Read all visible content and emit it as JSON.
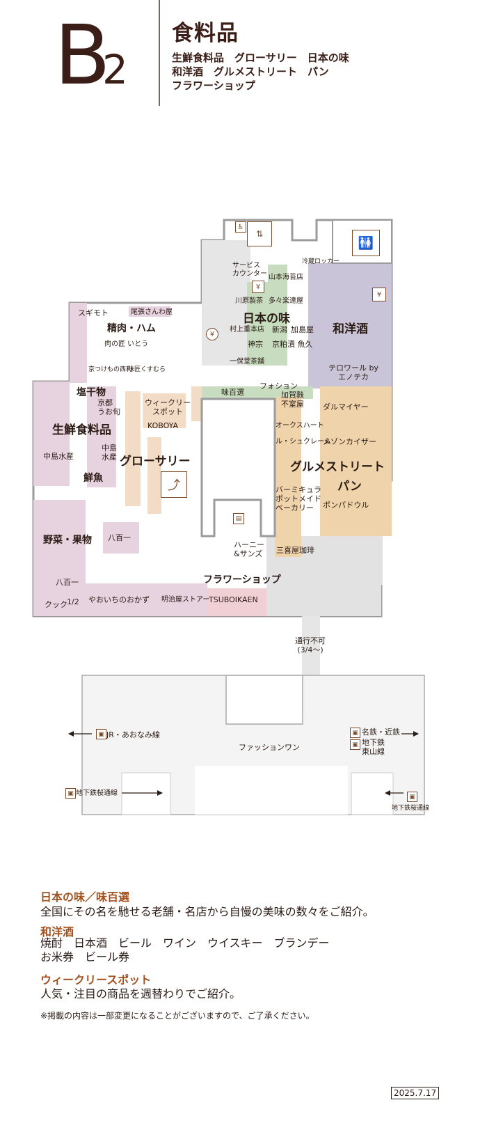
{
  "header": {
    "floor_letter": "B",
    "floor_number": "2",
    "title": "食料品",
    "categories": [
      "生鮮食料品　グローサリー　日本の味",
      "和洋酒　グルメストリート　パン",
      "フラワーショップ"
    ]
  },
  "map": {
    "zones": {
      "fresh_food": "生鮮食料品",
      "grocery": "グローサリー",
      "japanese_taste": "日本の味",
      "liquor": "和洋酒",
      "gourmet_street": "グルメストリート",
      "bread": "パン",
      "flower_shop": "フラワーショップ",
      "meat_ham": "精肉・ハム",
      "dried": "塩干物",
      "fresh_fish": "鮮魚",
      "vegetables": "野菜・果物"
    },
    "shops": {
      "sugimoto": "スギモト",
      "owari_sanwa": "尾張さんわ屋",
      "niku_no_takumi": "肉の匠 いとう",
      "kyotsukemono": "京つけもの西利",
      "ajikura": "味匠くすむら",
      "kyoto_uojun": "京都\nうお旬",
      "nakajima_suisan_l": "中島水産",
      "nakajima_suisan_r": "中島\n水産",
      "weekly_spot": "ウィークリー\nスポット",
      "koboya": "KOBOYA",
      "hachihyakuichi_1": "八百一",
      "hachihyakuichi_2": "八百一",
      "cook_half": "クック",
      "cook_frac": "1/2",
      "yaoichi_okazu": "やおいちのおかず",
      "meijiya": "明治屋ストアー",
      "tsuboikaen": "TSUBOIKAEN",
      "service_counter": "サービス\nカウンター",
      "yamamoto_kaisoten": "山本海苔店",
      "kawahara_seicha": "川原製茶",
      "tatamiya": "多々楽達屋",
      "murakami_jubei": "村上重本店",
      "niigata": "新潟",
      "kajimaya": "加島屋",
      "jinso": "神宗",
      "kyokasuzuke_uokyu": "京粕漬 魚久",
      "ippodo": "一保堂茶舗",
      "ajihyakusen": "味百選",
      "fauchon": "フォション",
      "kagafu_fumuroya": "加賀麩\n不室屋",
      "oaks_heart": "オークスハート",
      "le_sucre_creme": "ル・シュクレーム",
      "bermicula": "バーミキュラ\nポットメイド\nベーカリー",
      "harney": "ハーニー\n&サンズ",
      "mikiya": "三喜屋珈琲",
      "terroir": "テロワール by\nエノテカ",
      "dalmayr": "ダルマイヤー",
      "maison_kayser": "メゾンカイザー",
      "pompadour": "ポンパドウル",
      "cold_locker": "冷蔵ロッカー"
    },
    "passage": {
      "closed": "通行不可\n(3/4～)",
      "fashion_one": "ファッションワン",
      "jr_aonami": "JR・あおなみ線",
      "meitetsu_kintetsu": "名鉄・近鉄",
      "subway_higashiyama": "地下鉄\n東山線",
      "subway_sakura_left": "地下鉄桜通線",
      "subway_sakura_right": "地下鉄桜通線"
    }
  },
  "info": [
    {
      "heading": "日本の味／味百選",
      "body": "全国にその名を馳せる老舗・名店から自慢の美味の数々をご紹介。"
    },
    {
      "heading": "和洋酒",
      "body": "焼酎　日本酒　ビール　ワイン　ウイスキー　ブランデー\nお米券　ビール券"
    },
    {
      "heading": "ウィークリースポット",
      "body": "人気・注目の商品を週替わりでご紹介。"
    }
  ],
  "notice": "※掲載の内容は一部変更になることがございますので、ご了承ください。",
  "date": "2025.7.17",
  "colors": {
    "fresh": "#e7d3e0",
    "grocery": "#f2dcc6",
    "japanese": "#c8dcc0",
    "liquor": "#c9c4d7",
    "gourmet": "#efd3ab",
    "flower": "#f0d0d4",
    "corridor": "#e6e6e6",
    "wall": "#9b9b9b",
    "accent": "#a2521f"
  },
  "icons": [
    "accessible-icon",
    "elevator-icon",
    "restroom-icon",
    "yen-atm-icon",
    "escalator-icon",
    "stairs-icon",
    "train-icon"
  ]
}
